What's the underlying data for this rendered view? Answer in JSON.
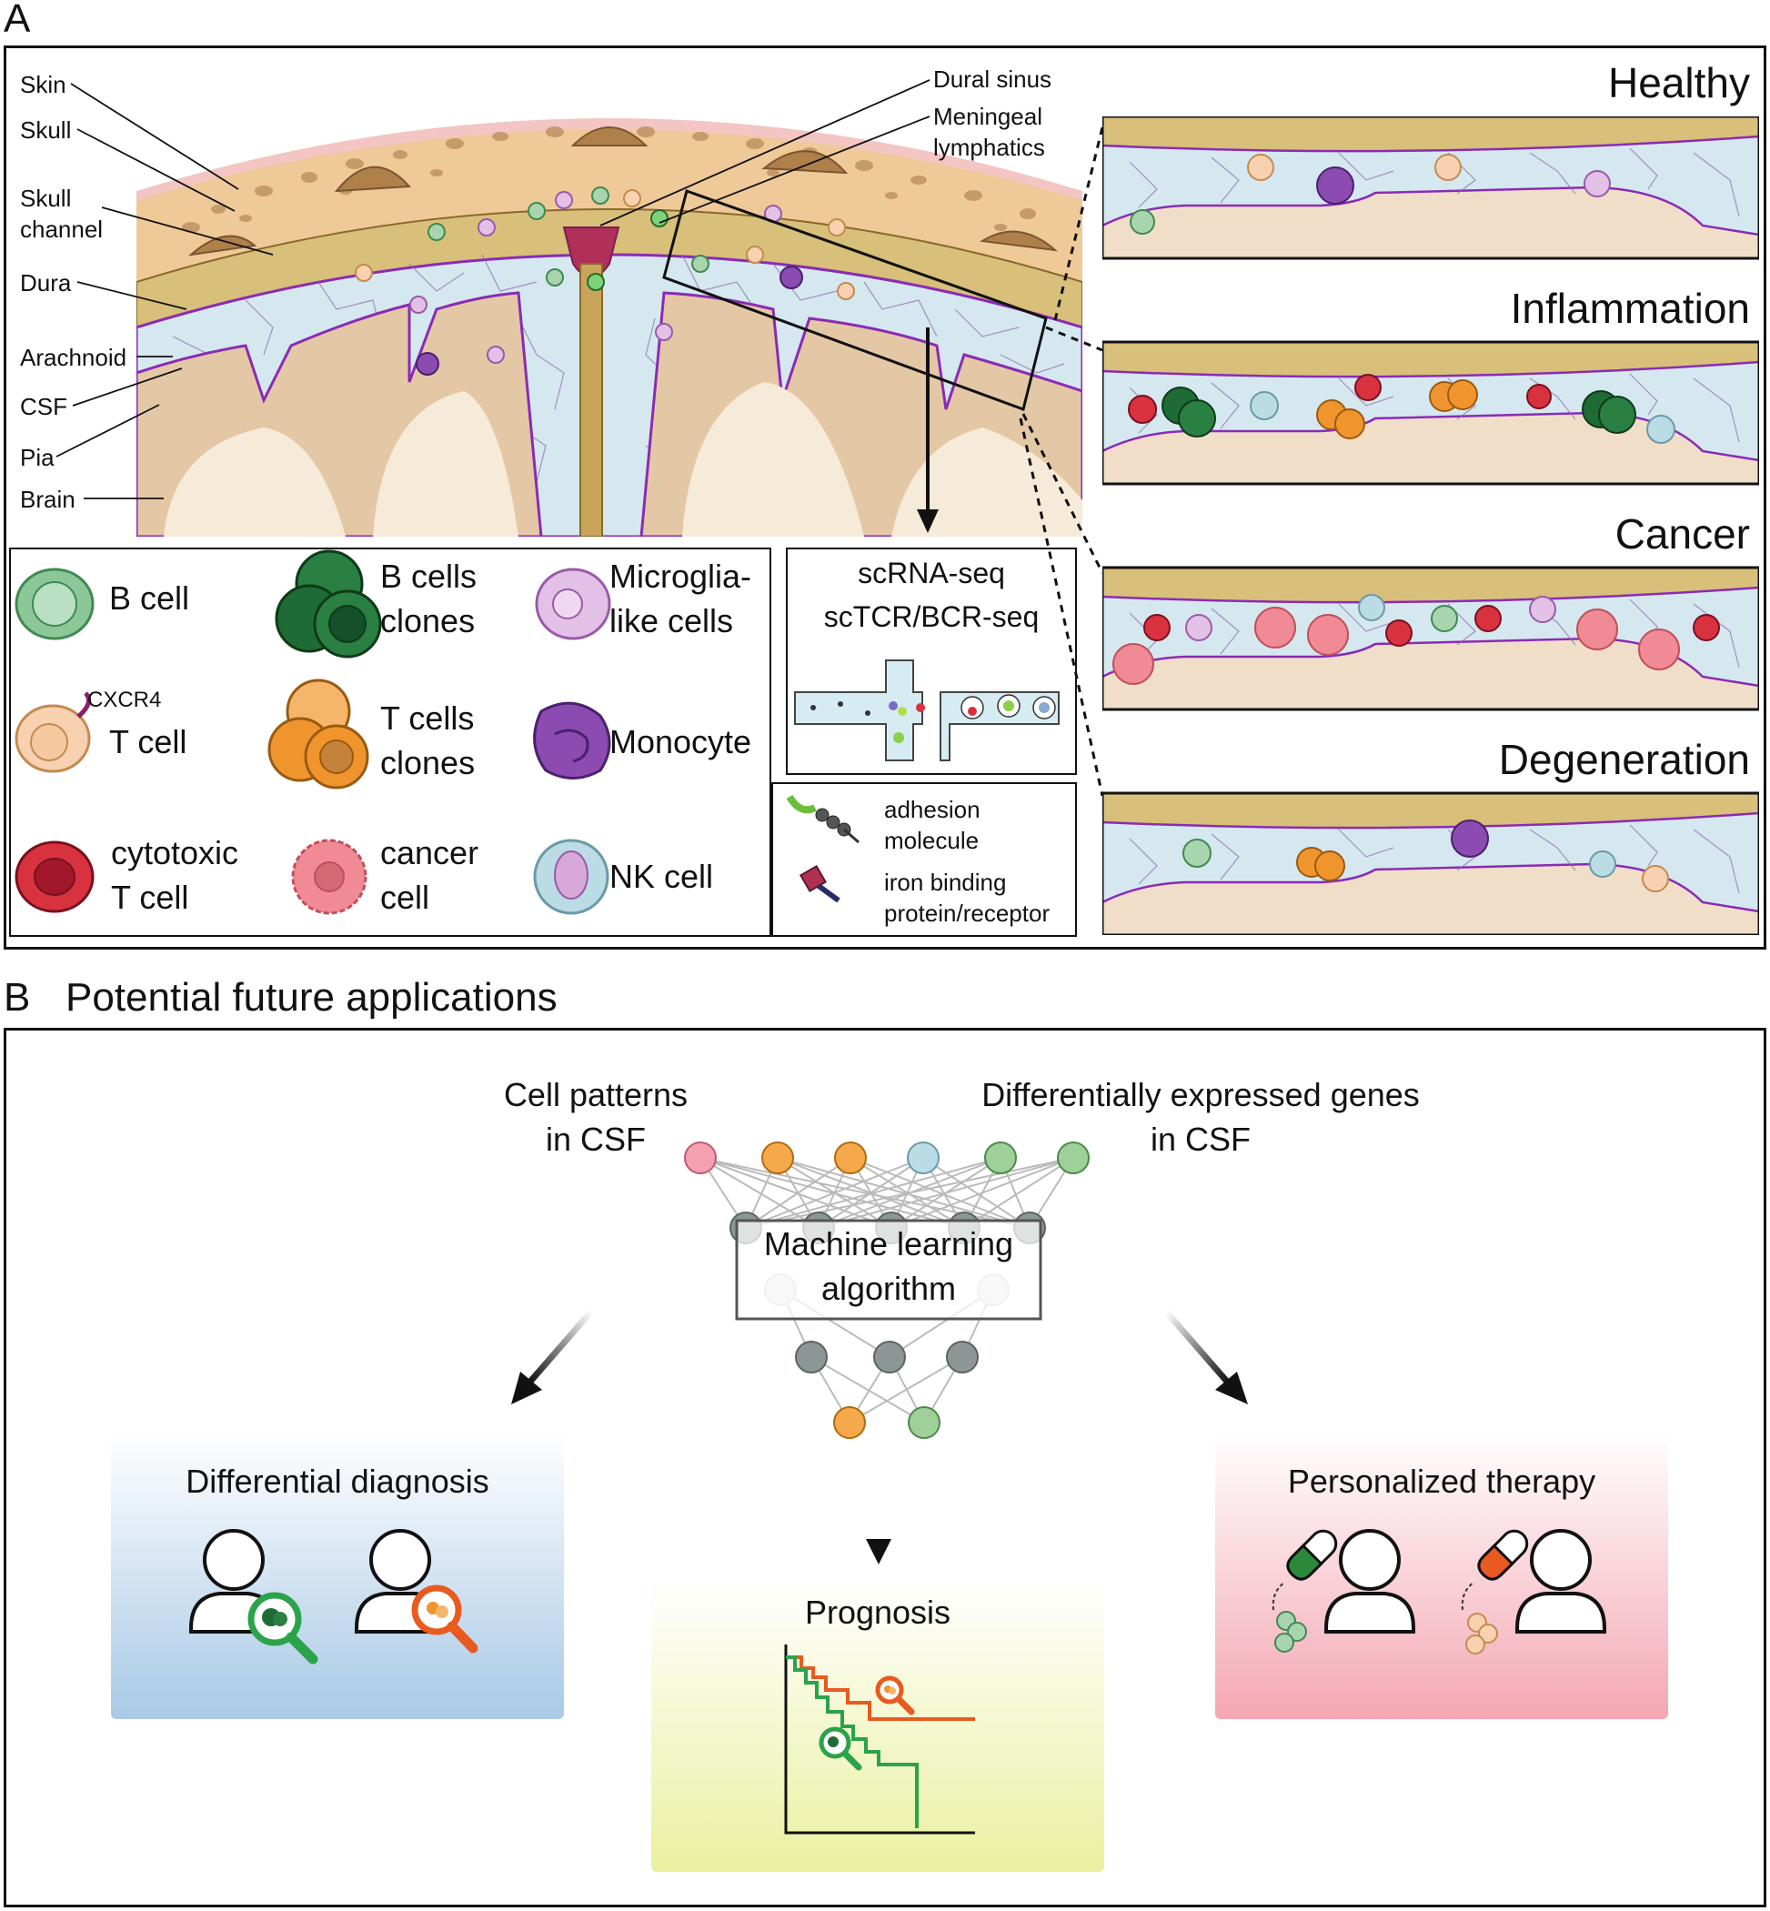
{
  "panel_a": {
    "letter": "A",
    "anatomy_labels": {
      "skin": "Skin",
      "skull": "Skull",
      "skull_channel": "Skull\nchannel",
      "dura": "Dura",
      "arachnoid": "Arachnoid",
      "csf": "CSF",
      "pia": "Pia",
      "brain": "Brain",
      "dural_sinus": "Dural sinus",
      "meningeal_lymphatics": "Meningeal\nlymphatics"
    },
    "states": [
      "Healthy",
      "Inflammation",
      "Cancer",
      "Degeneration"
    ],
    "legend": {
      "b_cell": "B cell",
      "b_cells_clones": "B cells\nclones",
      "microglia": "Microglia-\nlike cells",
      "cxcr4": "CXCR4",
      "t_cell": "T cell",
      "t_cells_clones": "T cells\nclones",
      "monocyte": "Monocyte",
      "cytotoxic_t_cell": "cytotoxic\nT cell",
      "cancer_cell": "cancer\ncell",
      "nk_cell": "NK cell"
    },
    "seq_box": {
      "line1": "scRNA-seq",
      "line2": "scTCR/BCR-seq"
    },
    "molecules": {
      "adhesion": "adhesion\nmolecule",
      "iron": "iron binding\nprotein/receptor"
    }
  },
  "panel_b": {
    "letter": "B",
    "title": "Potential future applications",
    "cell_patterns": "Cell patterns\nin CSF",
    "deg": "Differentially expressed genes\nin CSF",
    "ml": "Machine learning\nalgorithm",
    "diagnosis": "Differential diagnosis",
    "prognosis": "Prognosis",
    "therapy": "Personalized therapy"
  },
  "colors": {
    "b_cell": "#6fb27d",
    "t_cell": "#f2c48f",
    "t_clone": "#f0952e",
    "cytotoxic": "#d9323f",
    "cancer": "#f08a94",
    "microglia": "#d7a8d8",
    "monocyte": "#8c4bb0",
    "nk": "#bcdce5",
    "b_clone": "#1f6b35",
    "dura": "#d8bf7a",
    "csf": "#d6e8ef",
    "brain": "#e4c8a6",
    "skull": "#efc998",
    "pia": "#8a2bb5",
    "orange_line": "#e85a1f",
    "green_line": "#2ba34a"
  }
}
